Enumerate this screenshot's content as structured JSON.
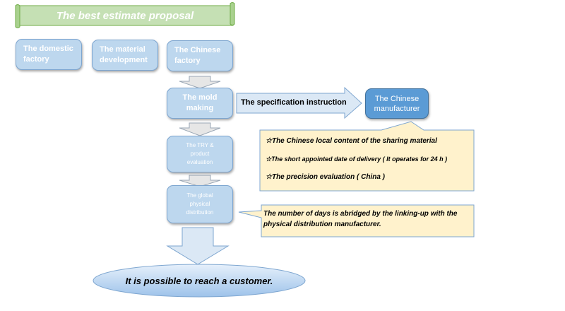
{
  "banner": {
    "title": "The best estimate proposal"
  },
  "top_boxes": [
    {
      "label": "The domestic factory"
    },
    {
      "label": "The material development"
    },
    {
      "label": "The Chinese factory"
    }
  ],
  "process": [
    {
      "label": "The mold making"
    },
    {
      "label": "The TRY & product evaluation"
    },
    {
      "label": "The global physical distribution"
    }
  ],
  "spec_arrow": {
    "label": "The specification instruction"
  },
  "manufacturer": {
    "label": "The Chinese manufacturer"
  },
  "callout_features": {
    "items": [
      "☆The Chinese local content of the sharing material",
      "☆The short appointed date of delivery ( It operates for 24 h )",
      "☆The precision evaluation ( China )"
    ]
  },
  "callout_distribution": {
    "text": "The number of days is abridged by the linking-up with the physical distribution manufacturer."
  },
  "result": {
    "label": "It is possible to reach a customer."
  },
  "colors": {
    "banner": "#c5e0b4",
    "box": "#bdd7ee",
    "manufacturer": "#5b9bd5",
    "callout": "#fff2cc",
    "border": "#7ea6d0"
  }
}
